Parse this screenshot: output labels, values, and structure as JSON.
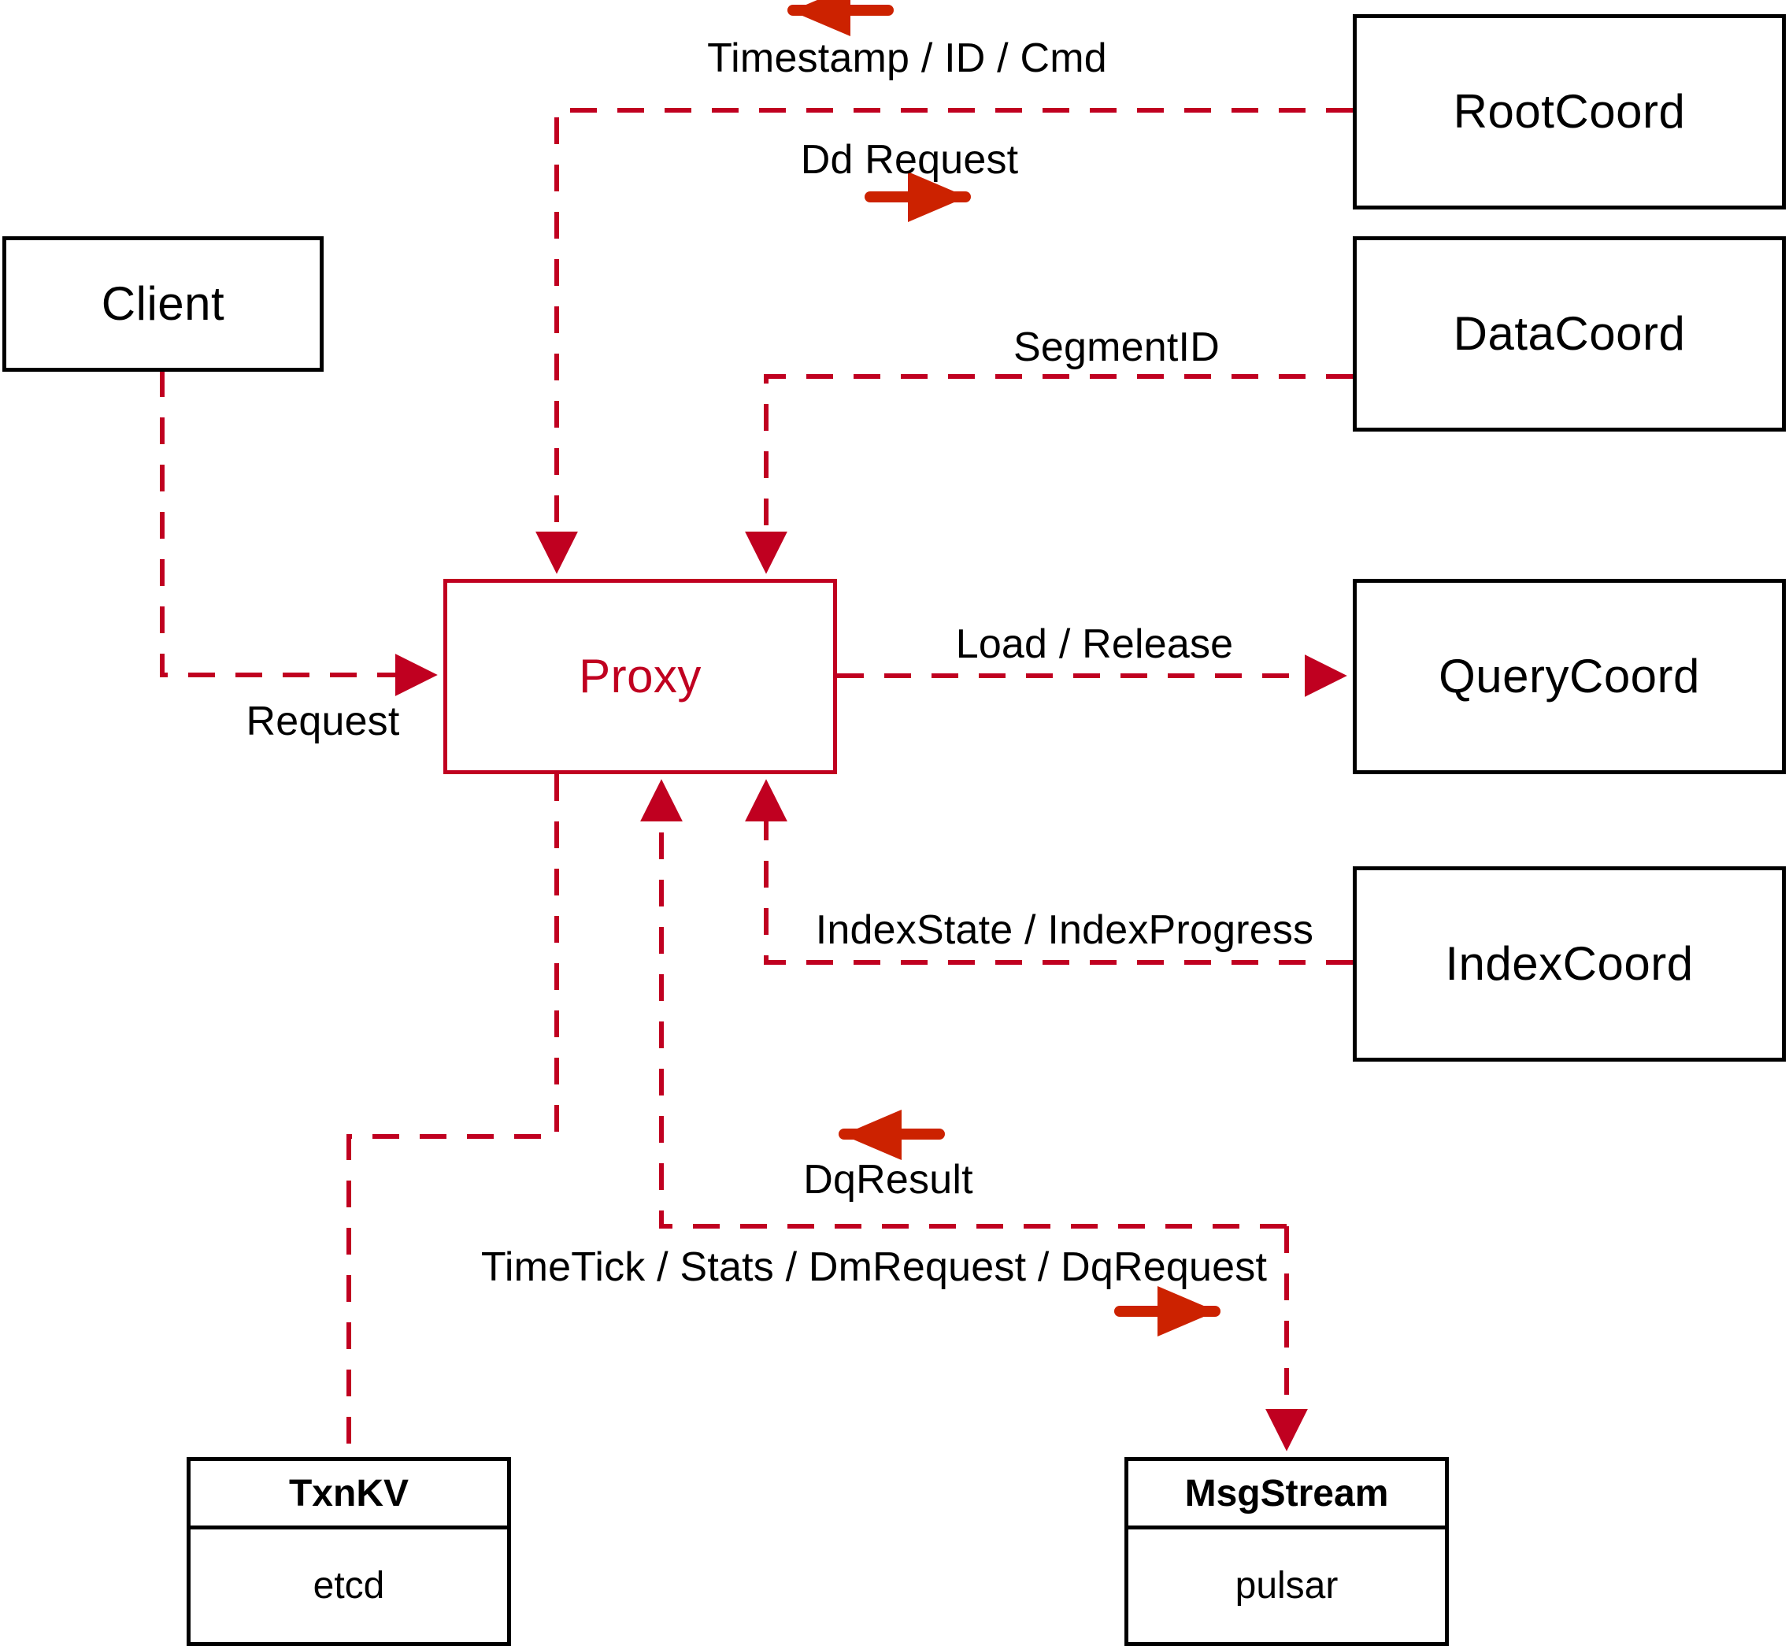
{
  "diagram": {
    "title": "Milvus Proxy interaction diagram",
    "colors": {
      "accent_red": "#c00020",
      "arrow_red": "#cc2200",
      "node_border": "#000000",
      "background": "#ffffff"
    },
    "nodes": [
      {
        "id": "client",
        "label": "Client",
        "style": "black"
      },
      {
        "id": "proxy",
        "label": "Proxy",
        "style": "red"
      },
      {
        "id": "rootcoord",
        "label": "RootCoord",
        "style": "black"
      },
      {
        "id": "datacoord",
        "label": "DataCoord",
        "style": "black"
      },
      {
        "id": "querycoord",
        "label": "QueryCoord",
        "style": "black"
      },
      {
        "id": "indexcoord",
        "label": "IndexCoord",
        "style": "black"
      }
    ],
    "stores": [
      {
        "id": "txnkv",
        "header": "TxnKV",
        "body": "etcd"
      },
      {
        "id": "msgstream",
        "header": "MsgStream",
        "body": "pulsar"
      }
    ],
    "edge_labels": [
      {
        "id": "timestamp-id-cmd",
        "text": "Timestamp / ID / Cmd",
        "from": "rootcoord",
        "to": "proxy"
      },
      {
        "id": "dd-request",
        "text": "Dd Request",
        "from": "proxy",
        "to": "rootcoord"
      },
      {
        "id": "segmentid",
        "text": "SegmentID",
        "from": "datacoord",
        "to": "proxy"
      },
      {
        "id": "load-release",
        "text": "Load / Release",
        "from": "proxy",
        "to": "querycoord"
      },
      {
        "id": "index-state",
        "text": "IndexState / IndexProgress",
        "from": "indexcoord",
        "to": "proxy"
      },
      {
        "id": "request",
        "text": "Request",
        "from": "client",
        "to": "proxy"
      },
      {
        "id": "dq-result",
        "text": "DqResult",
        "from": "msgstream",
        "to": "proxy"
      },
      {
        "id": "timetick",
        "text": "TimeTick / Stats / DmRequest / DqRequest",
        "from": "proxy",
        "to": "msgstream"
      }
    ]
  }
}
